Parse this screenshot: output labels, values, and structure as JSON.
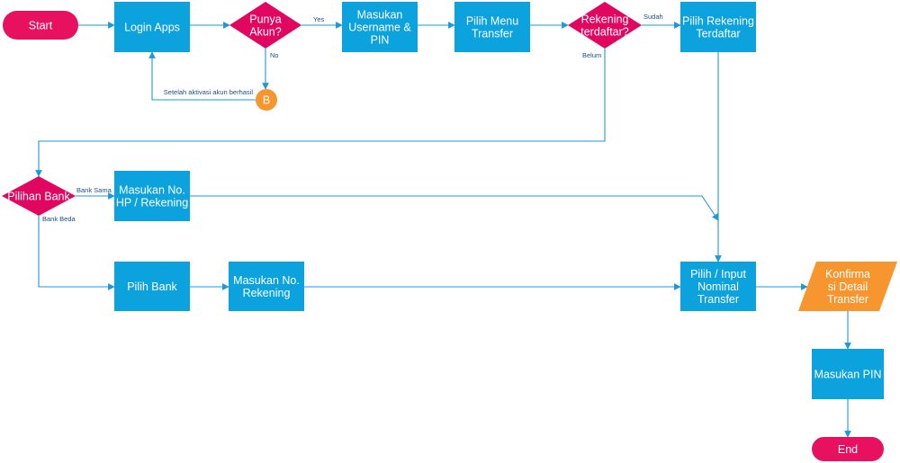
{
  "colors": {
    "process": "#0BA2DD",
    "decision": "#E1065F",
    "terminal": "#E8115F",
    "io": "#F7962E",
    "connector": "#F7962E",
    "line": "#1B99D9",
    "node_text": "#ffffff",
    "edge_text": "#1a4e8a"
  },
  "nodes": {
    "start": {
      "type": "terminal",
      "lines": [
        "Start"
      ]
    },
    "login": {
      "type": "process",
      "lines": [
        "Login Apps"
      ]
    },
    "punya": {
      "type": "decision",
      "lines": [
        "Punya",
        "Akun?"
      ]
    },
    "username": {
      "type": "process",
      "lines": [
        "Masukan",
        "Username &",
        "PIN"
      ]
    },
    "menu": {
      "type": "process",
      "lines": [
        "Pilih Menu",
        "Transfer"
      ]
    },
    "rekening_q": {
      "type": "decision",
      "lines": [
        "Rekening",
        "terdaftar?"
      ]
    },
    "pilih_rek": {
      "type": "process",
      "lines": [
        "Pilih Rekening",
        "Terdaftar"
      ]
    },
    "connector_b": {
      "type": "connector",
      "lines": [
        "B"
      ]
    },
    "pilihan_bank": {
      "type": "decision",
      "lines": [
        "Pilihan Bank"
      ]
    },
    "no_hp": {
      "type": "process",
      "lines": [
        "Masukan No.",
        "HP / Rekening"
      ]
    },
    "pilih_bank": {
      "type": "process",
      "lines": [
        "Pilih Bank"
      ]
    },
    "no_rek": {
      "type": "process",
      "lines": [
        "Masukan No.",
        "Rekening"
      ]
    },
    "nominal": {
      "type": "process",
      "lines": [
        "Pilih / Input",
        "Nominal",
        "Transfer"
      ]
    },
    "konfirmasi": {
      "type": "io",
      "lines": [
        "Konfirma",
        "si Detail",
        "Transfer"
      ]
    },
    "pin": {
      "type": "process",
      "lines": [
        "Masukan PIN"
      ]
    },
    "end": {
      "type": "terminal",
      "lines": [
        "End"
      ]
    }
  },
  "edges": [
    {
      "id": "start-login",
      "label": ""
    },
    {
      "id": "login-punya",
      "label": ""
    },
    {
      "id": "punya-username",
      "label": "Yes"
    },
    {
      "id": "punya-connector",
      "label": "No"
    },
    {
      "id": "connector-login",
      "label": "Setelah aktivasi akun berhasil"
    },
    {
      "id": "username-menu",
      "label": ""
    },
    {
      "id": "menu-rekening",
      "label": ""
    },
    {
      "id": "rekening-pilihrek",
      "label": "Sudah"
    },
    {
      "id": "rekening-pilihanbank",
      "label": "Belum"
    },
    {
      "id": "pilihrek-nominal",
      "label": ""
    },
    {
      "id": "pilihanbank-nohp",
      "label": "Bank Sama"
    },
    {
      "id": "pilihanbank-pilihbank",
      "label": "Bank Beda"
    },
    {
      "id": "nohp-nominal",
      "label": ""
    },
    {
      "id": "pilihbank-norek",
      "label": ""
    },
    {
      "id": "norek-nominal",
      "label": ""
    },
    {
      "id": "nominal-konfirmasi",
      "label": ""
    },
    {
      "id": "konfirmasi-pin",
      "label": ""
    },
    {
      "id": "pin-end",
      "label": ""
    }
  ]
}
